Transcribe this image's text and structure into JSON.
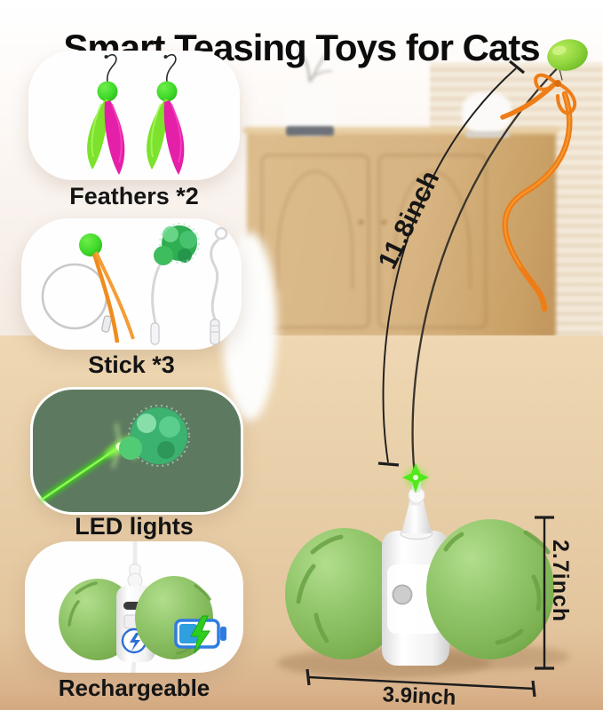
{
  "title": "Smart Teasing Toys for Cats",
  "features": [
    {
      "id": "feathers",
      "label": "Feathers *2"
    },
    {
      "id": "stick",
      "label": "Stick *3"
    },
    {
      "id": "led",
      "label": "LED lights"
    },
    {
      "id": "rechargeable",
      "label": "Rechargeable"
    }
  ],
  "measurements": {
    "wand_length": "11.8inch",
    "toy_height": "2.7inch",
    "toy_width": "3.9inch"
  },
  "colors": {
    "wheel_green": "#8cc468",
    "bright_green": "#3fd82b",
    "top_ball_green": "#8fd53e",
    "ribbon_orange": "#f0831f",
    "feather_magenta": "#e41fa8",
    "feather_green": "#7ce22b",
    "led_card_bg": "#5d7a60",
    "laser_green": "#35e60d",
    "battery_blue": "#2f7de0",
    "bolt_green": "#2ecc1f",
    "floor_tan": "#e7cda7",
    "wood_brown": "#d8b580"
  }
}
